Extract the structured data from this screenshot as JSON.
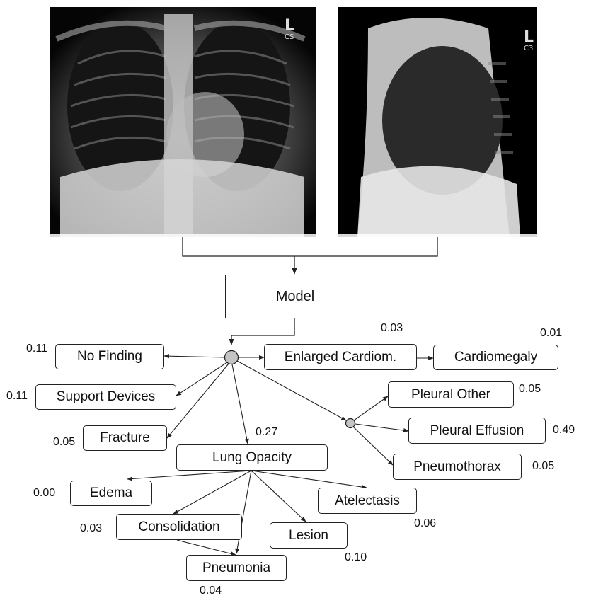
{
  "images": {
    "frontal": {
      "marker": "L",
      "marker_sub": "CS"
    },
    "lateral": {
      "marker": "L",
      "marker_sub": "C3"
    }
  },
  "model": {
    "label": "Model"
  },
  "nodes": {
    "no_finding": {
      "label": "No Finding",
      "prob": "0.11"
    },
    "support_devices": {
      "label": "Support Devices",
      "prob": "0.11"
    },
    "fracture": {
      "label": "Fracture",
      "prob": "0.05"
    },
    "lung_opacity": {
      "label": "Lung Opacity",
      "prob": "0.27"
    },
    "enlarged_cardiom": {
      "label": "Enlarged Cardiom.",
      "prob": "0.03"
    },
    "cardiomegaly": {
      "label": "Cardiomegaly",
      "prob": "0.01"
    },
    "pleural_other": {
      "label": "Pleural Other",
      "prob": "0.05"
    },
    "pleural_effusion": {
      "label": "Pleural Effusion",
      "prob": "0.49"
    },
    "pneumothorax": {
      "label": "Pneumothorax",
      "prob": "0.05"
    },
    "edema": {
      "label": "Edema",
      "prob": "0.00"
    },
    "consolidation": {
      "label": "Consolidation",
      "prob": "0.03"
    },
    "pneumonia": {
      "label": "Pneumonia",
      "prob": "0.04"
    },
    "lesion": {
      "label": "Lesion",
      "prob": "0.10"
    },
    "atelectasis": {
      "label": "Atelectasis",
      "prob": "0.06"
    }
  }
}
